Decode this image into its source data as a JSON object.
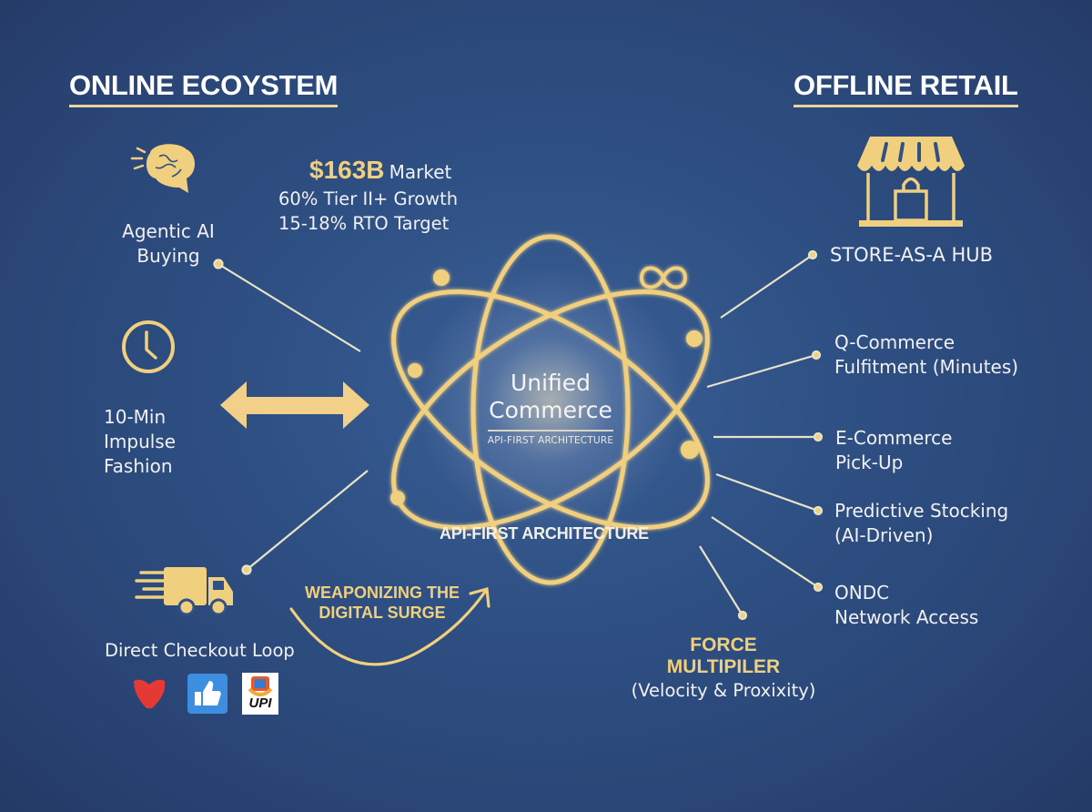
{
  "headings": {
    "online": "ONLINE ECOYSTEM",
    "offline": "OFFLINE RETAIL"
  },
  "stats": {
    "market_value": "$163B",
    "market_label": "Market",
    "growth": "60% Tier II+ Growth",
    "rto": "15-18% RTO Target"
  },
  "online_items": [
    {
      "icon": "brain-icon",
      "lines": [
        "Agentic AI",
        "Buying"
      ]
    },
    {
      "icon": "clock-icon",
      "lines": [
        "10-Min",
        "Impulse",
        "Fashion"
      ]
    },
    {
      "icon": "delivery-truck-icon",
      "lines": [
        "Direct Checkout Loop"
      ]
    }
  ],
  "payment_icons": [
    "heart-app-icon",
    "thumbs-up-icon",
    "upi-icon"
  ],
  "payment_upi_text": "UPI",
  "center": {
    "title_line1": "Unified",
    "title_line2": "Commerce",
    "subtitle": "API-FIRST ARCHITECTURE",
    "orbit_label": "API-FIRST ARCHITECTURE",
    "icon": "atom-orbit-icon"
  },
  "surge": {
    "line1": "WEAPONIZING THE",
    "line2": "DIGITAL SURGE"
  },
  "offline_items": [
    {
      "icon": "storefront-icon",
      "lines": [
        "STORE-AS-A HUB"
      ]
    },
    {
      "lines": [
        "Q-Commerce",
        "Fulfitment (Minutes)"
      ]
    },
    {
      "lines": [
        "E-Commerce",
        "Pick-Up"
      ]
    },
    {
      "lines": [
        "Predictive Stocking",
        "(AI-Driven)"
      ]
    },
    {
      "lines": [
        "ONDC",
        "Network Access"
      ]
    }
  ],
  "force": {
    "line1": "FORCE",
    "line2": "MULTIPILER",
    "line3": "(Velocity & Proxixity)"
  },
  "colors": {
    "background": "#2f5185",
    "gold": "#f0cf7e",
    "text": "#f1f1f1",
    "connector": "#e8e2c8"
  }
}
